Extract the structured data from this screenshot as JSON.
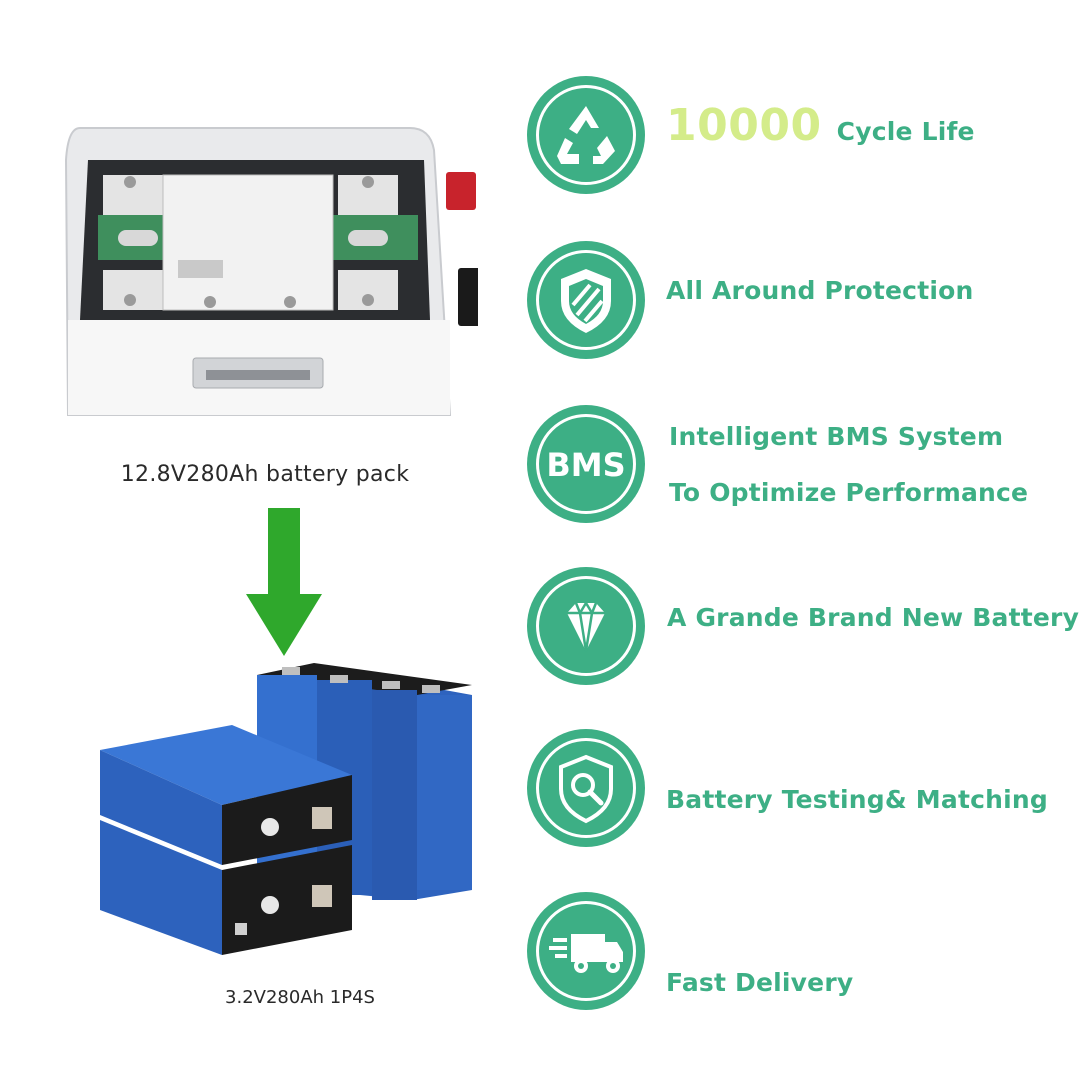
{
  "pack": {
    "caption": "12.8V280Ah battery pack"
  },
  "cells": {
    "caption": "3.2V280Ah 1P4S"
  },
  "colors": {
    "accent": "#3daf85",
    "highlight": "#d4ec8a",
    "arrow": "#2fa82c",
    "cell_blue": "#2b5fb8"
  },
  "features": [
    {
      "icon": "recycle-icon",
      "number": "10000",
      "label": "Cycle Life"
    },
    {
      "icon": "shield-icon",
      "label": "All Around Protection"
    },
    {
      "icon": "bms-badge-icon",
      "icon_text": "BMS",
      "line1": "Intelligent BMS System",
      "line2": "To Optimize Performance"
    },
    {
      "icon": "diamond-icon",
      "label": "A Grande Brand New Battery"
    },
    {
      "icon": "shield-search-icon",
      "label": "Battery Testing& Matching"
    },
    {
      "icon": "truck-icon",
      "label": "Fast Delivery"
    }
  ]
}
